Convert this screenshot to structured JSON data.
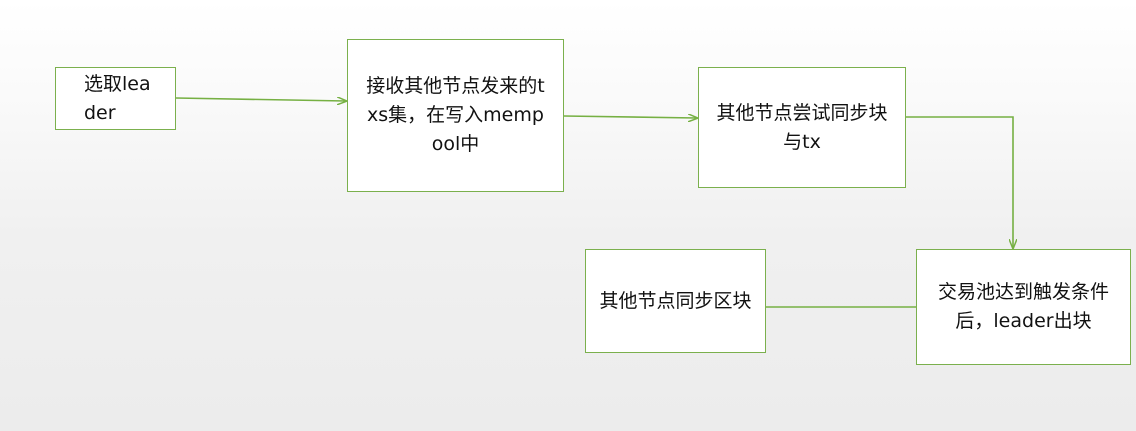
{
  "diagram": {
    "colors": {
      "node_border": "#7bb04d",
      "edge": "#76b043",
      "node_fill": "#ffffff",
      "text": "#111111"
    },
    "nodes": [
      {
        "id": "select-leader",
        "text": "选取leader"
      },
      {
        "id": "receive-txs",
        "text": "接收其他节点发来的txs集，在写入mempool中"
      },
      {
        "id": "try-sync",
        "text": "其他节点尝试同步块与tx"
      },
      {
        "id": "produce-block",
        "text": "交易池达到触发条件后，leader出块"
      },
      {
        "id": "sync-block",
        "text": "其他节点同步区块"
      }
    ],
    "edges": [
      {
        "from": "select-leader",
        "to": "receive-txs",
        "arrow": true
      },
      {
        "from": "receive-txs",
        "to": "try-sync",
        "arrow": true
      },
      {
        "from": "try-sync",
        "to": "produce-block",
        "arrow": true
      },
      {
        "from": "produce-block",
        "to": "sync-block",
        "arrow": false
      }
    ]
  }
}
